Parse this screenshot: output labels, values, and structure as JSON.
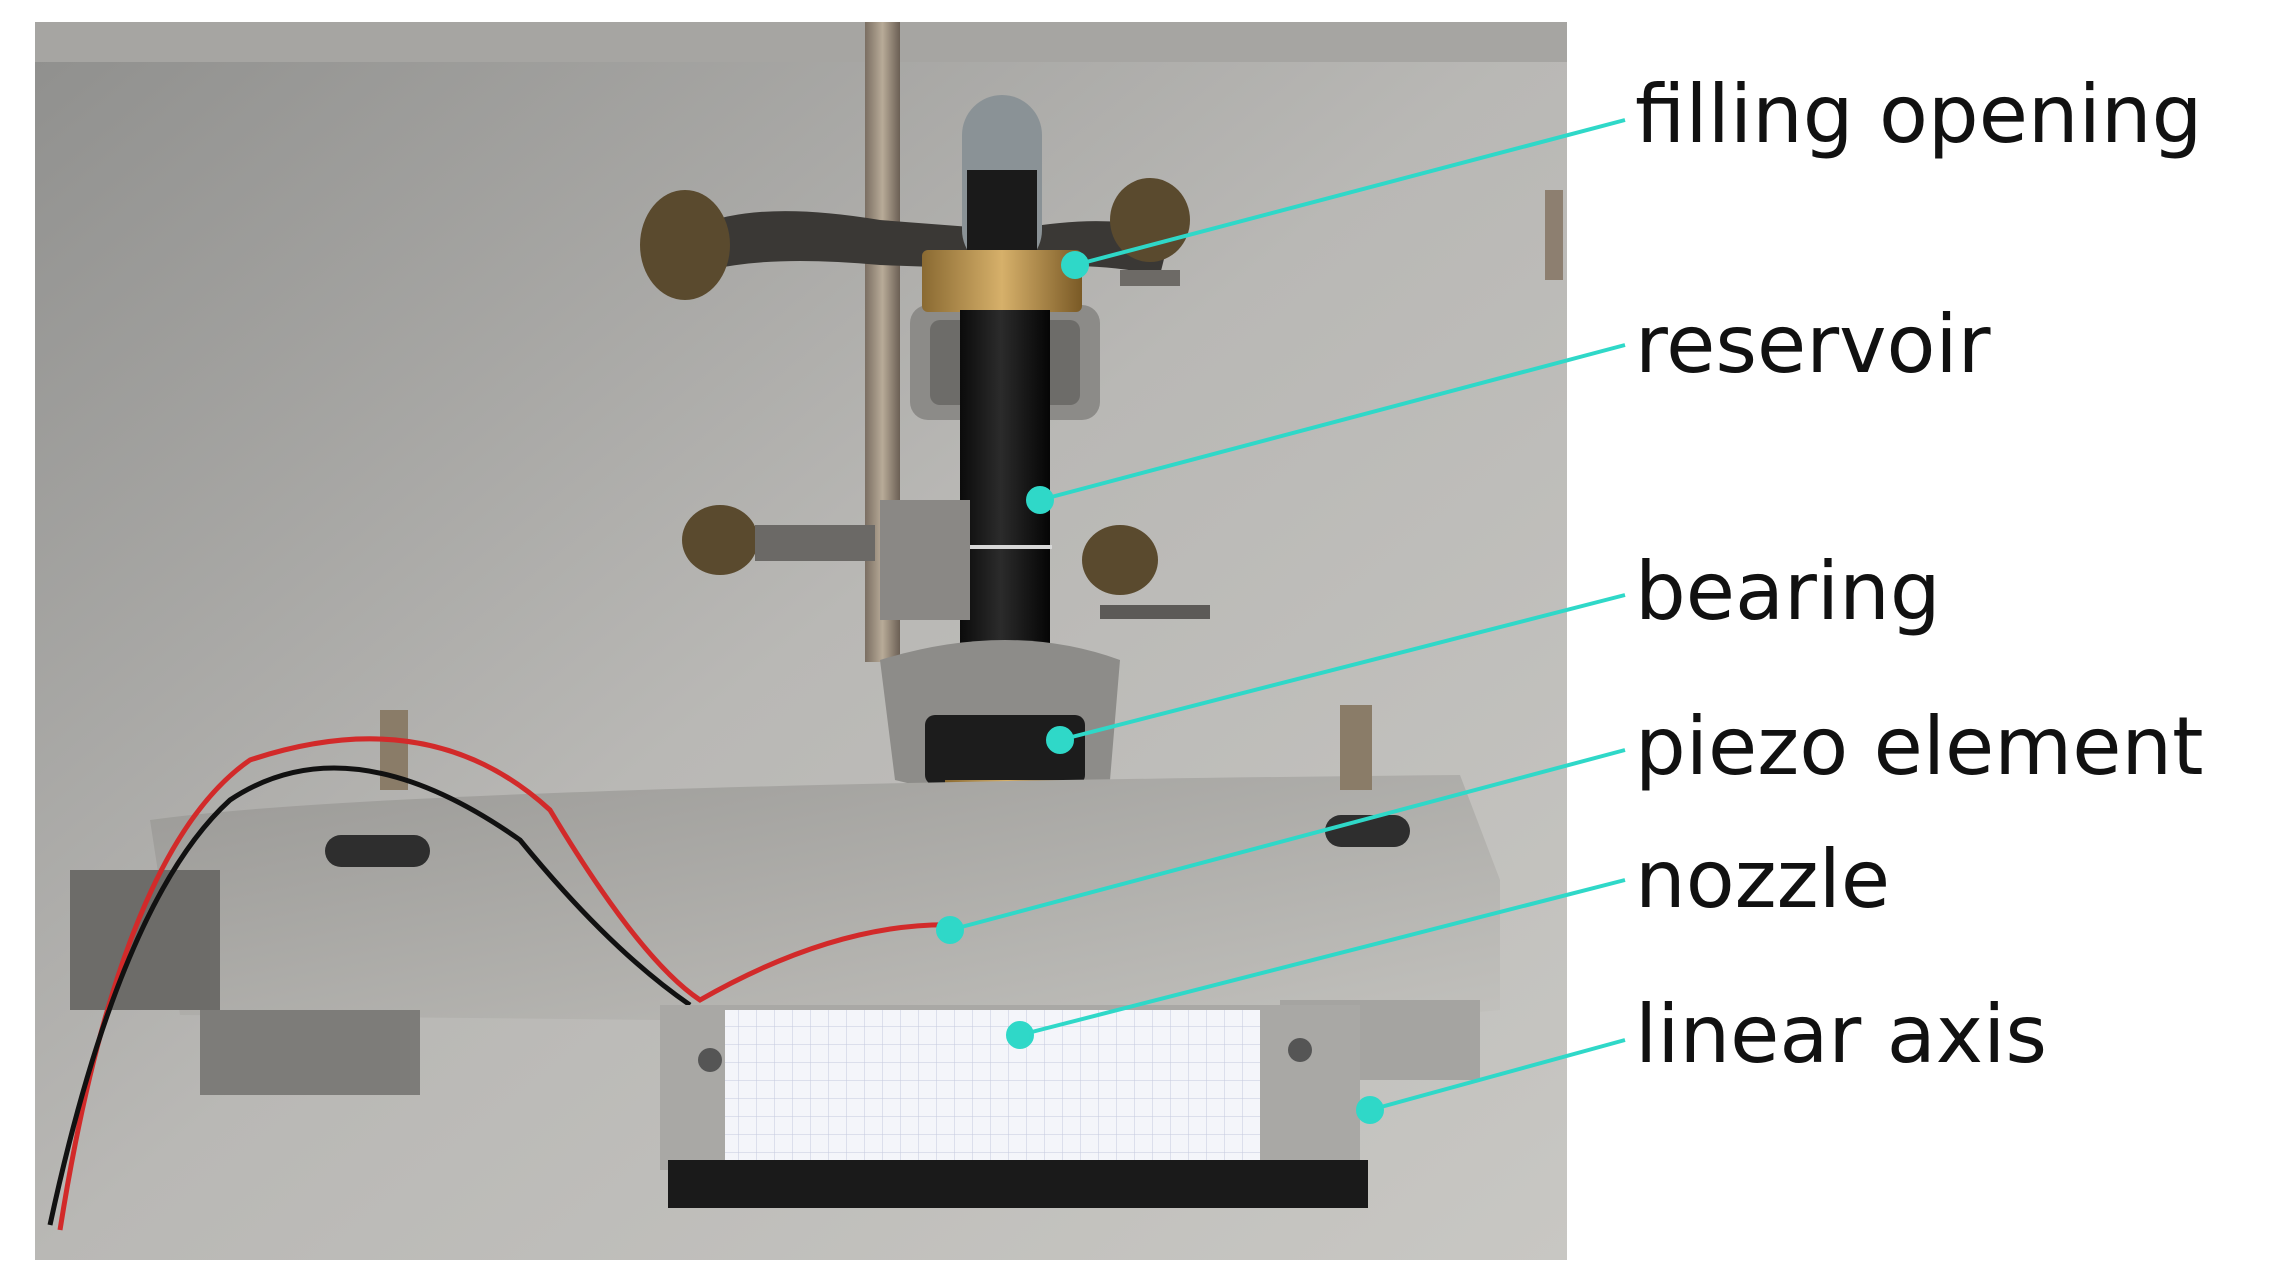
{
  "annotations": [
    {
      "id": "filling-opening",
      "text": "filling opening"
    },
    {
      "id": "reservoir",
      "text": "reservoir"
    },
    {
      "id": "bearing",
      "text": "bearing"
    },
    {
      "id": "piezo-element",
      "text": "piezo element"
    },
    {
      "id": "nozzle",
      "text": "nozzle"
    },
    {
      "id": "linear-axis",
      "text": "linear axis"
    }
  ],
  "colors": {
    "callout": "#2fd8c8",
    "label_text": "#111111",
    "background": "#ffffff"
  }
}
